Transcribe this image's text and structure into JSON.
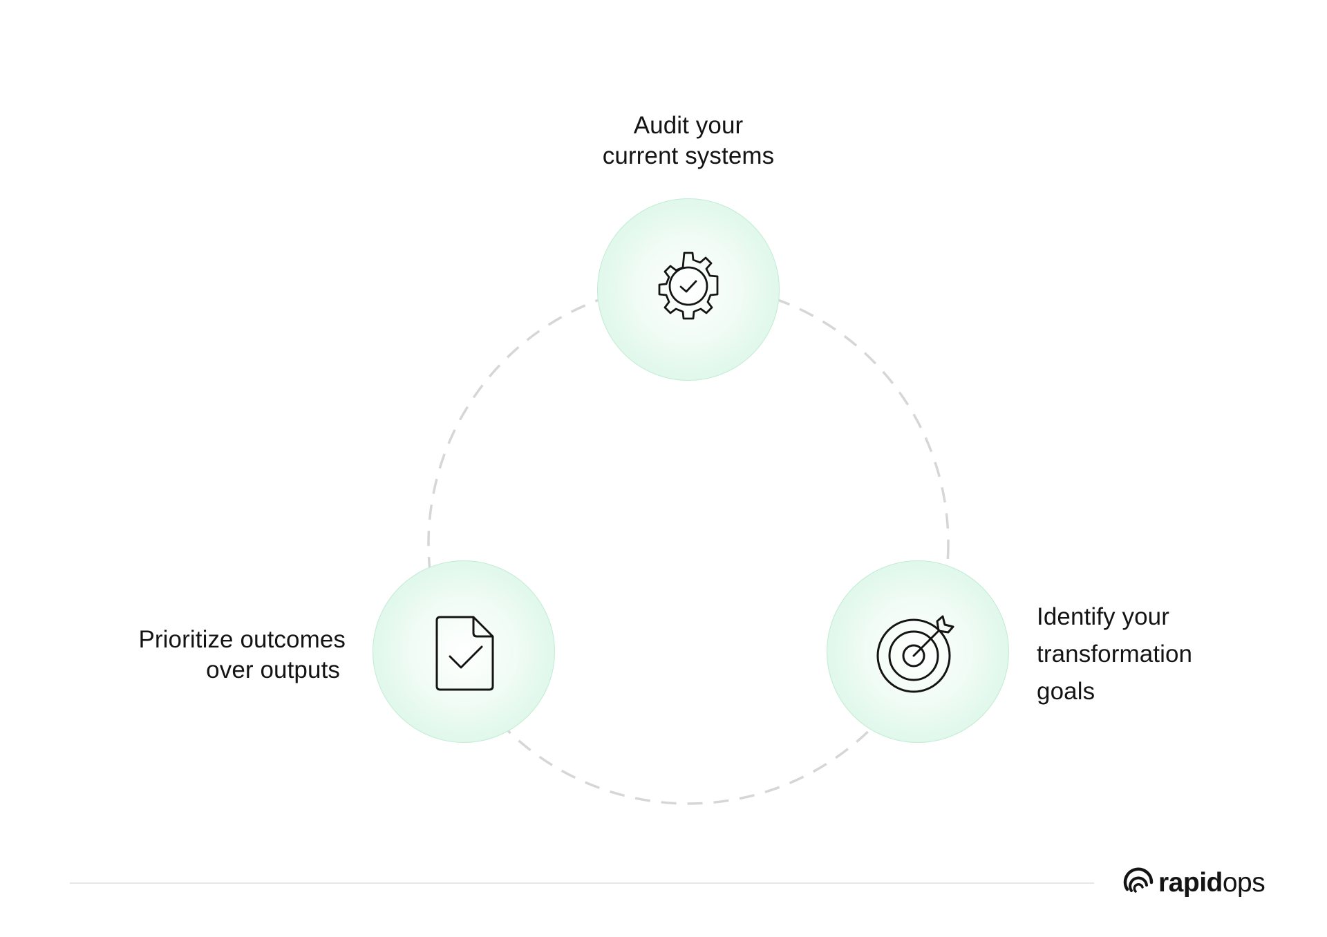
{
  "steps": {
    "audit": {
      "line1": "Audit your",
      "line2": "current systems",
      "icon": "gear-check-icon"
    },
    "identify": {
      "line1": "Identify your",
      "line2": "transformation",
      "line3": "goals",
      "icon": "target-arrow-icon"
    },
    "prioritize": {
      "line1": "Prioritize outcomes",
      "line2": "over outputs",
      "icon": "document-check-icon"
    }
  },
  "brand": {
    "name_bold": "rapid",
    "name_light": "ops",
    "icon": "rapidops-logo-icon"
  },
  "colors": {
    "node_fill": "#dcf7e8",
    "node_border": "#c2ecd5",
    "ring_dash": "#d6d6d6",
    "text": "#141414",
    "divider": "#e6e6e6"
  }
}
